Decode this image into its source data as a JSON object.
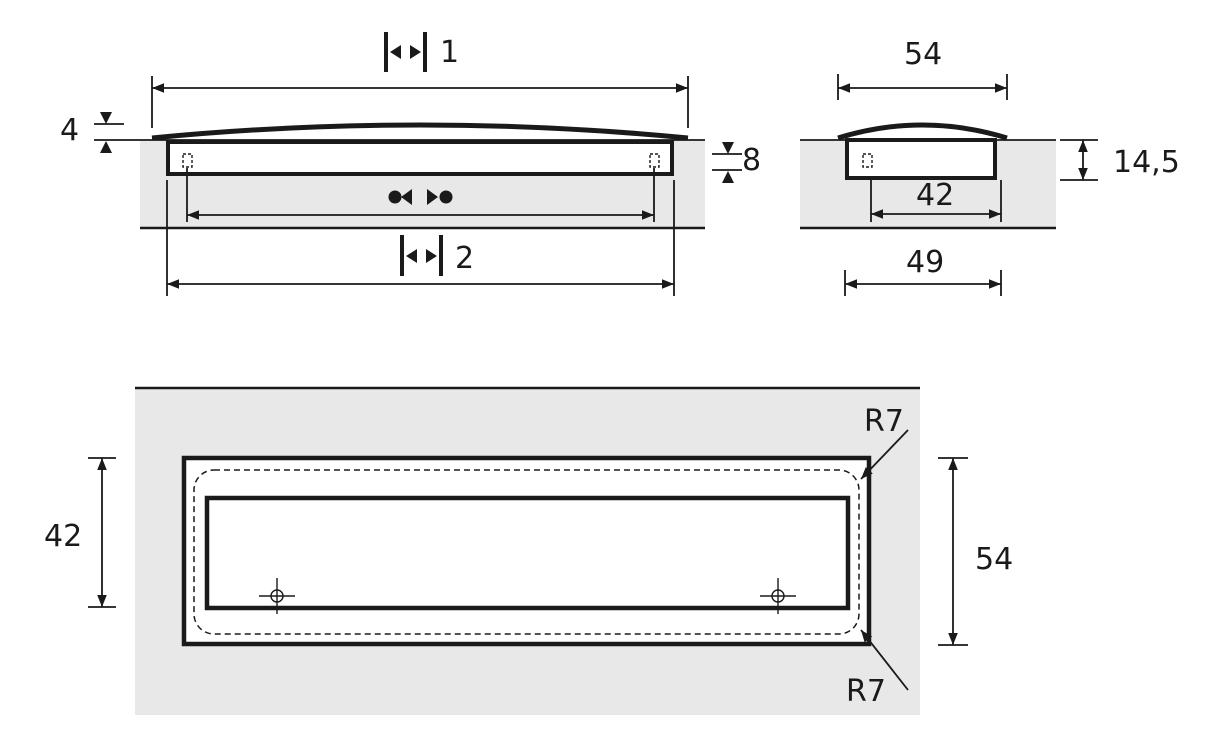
{
  "labels": {
    "front_length_top": "1",
    "front_length_bottom": "2",
    "front_offset_left": "4",
    "front_depth_right": "8",
    "side_width_top": "54",
    "side_inner_width": "42",
    "side_width_bottom": "49",
    "side_height": "14,5",
    "plan_height_left": "42",
    "plan_height_right": "54",
    "radius_top": "R7",
    "radius_bottom": "R7"
  },
  "colors": {
    "line": "#1a1a1a",
    "panel": "#e8e8e8",
    "background": "#ffffff"
  }
}
